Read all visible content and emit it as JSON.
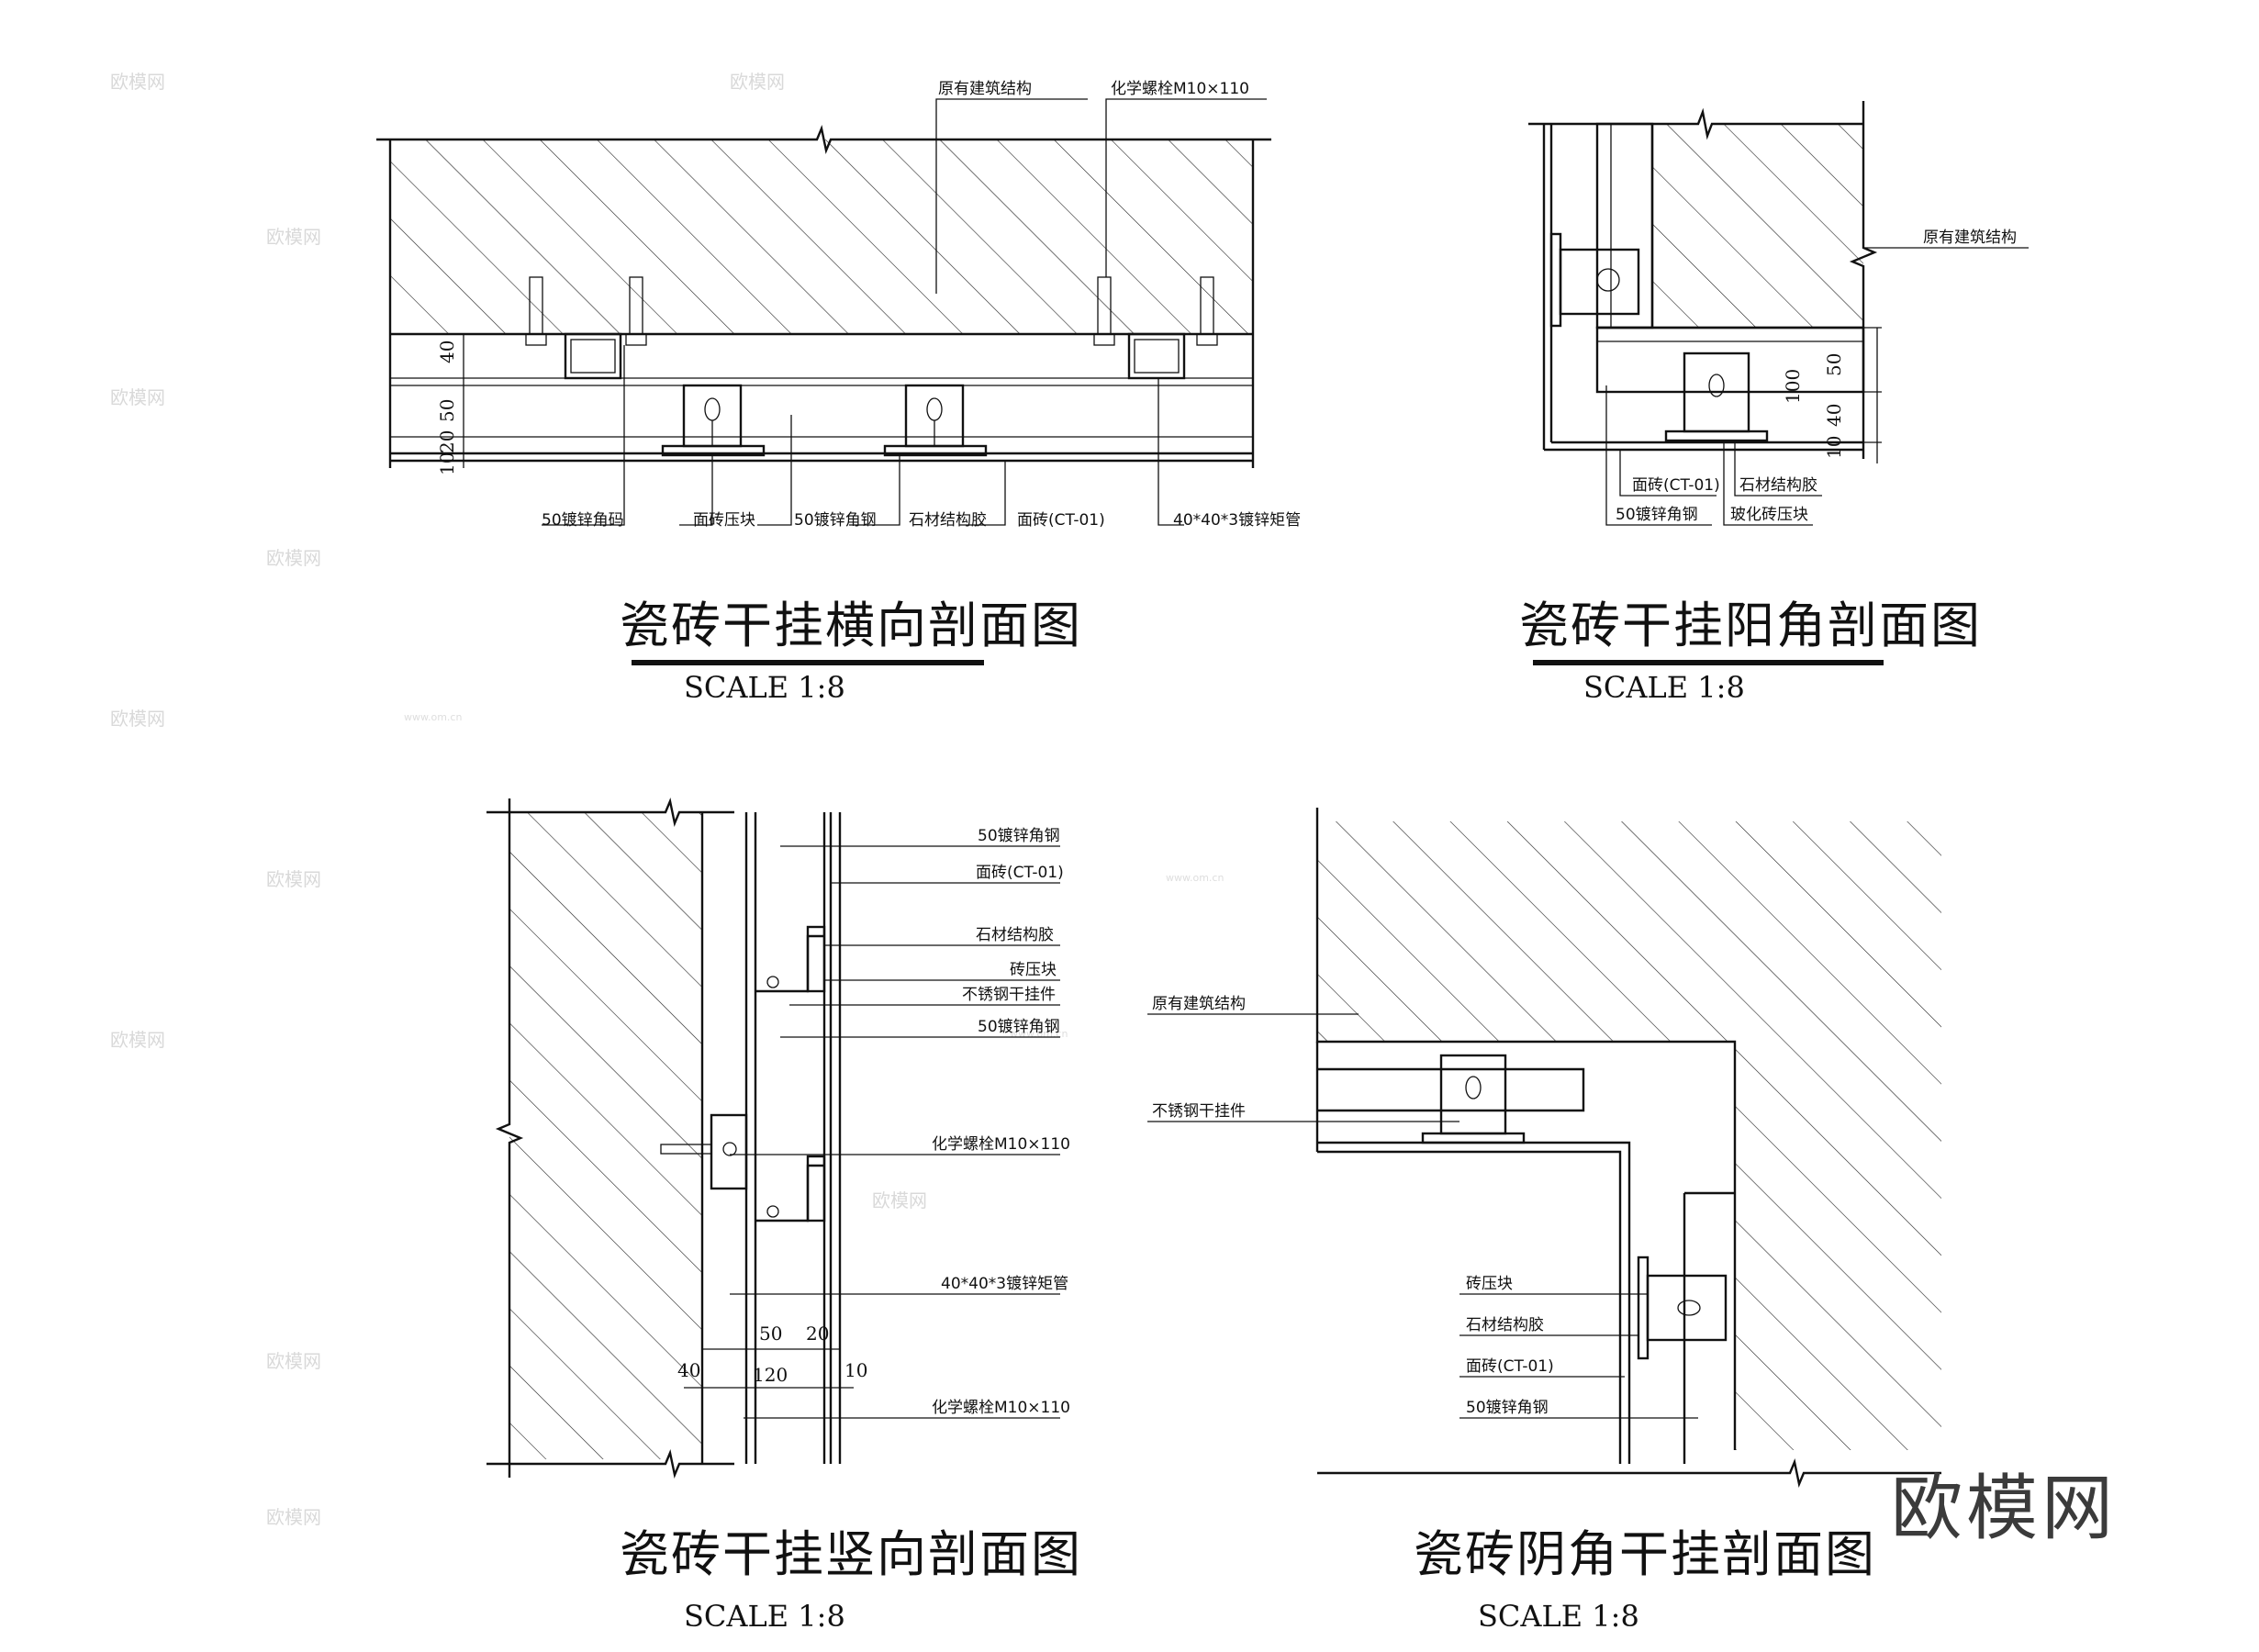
{
  "watermark": {
    "text": "欧模网",
    "url": "www.om.cn"
  },
  "brand": "欧模网",
  "drawings": {
    "horizontal": {
      "title": "瓷砖干挂横向剖面图",
      "scale": "SCALE 1:8",
      "labels": {
        "structure": "原有建筑结构",
        "bolt": "化学螺栓M10×110",
        "angle_code": "50镀锌角码",
        "tile_clamp": "面砖压块",
        "angle_steel": "50镀锌角钢",
        "glue": "石材结构胶",
        "tile": "面砖(CT-01)",
        "tube": "40*40*3镀锌矩管"
      },
      "dims": [
        "40",
        "50",
        "20",
        "10"
      ]
    },
    "outer_corner": {
      "title": "瓷砖干挂阳角剖面图",
      "scale": "SCALE 1:8",
      "labels": {
        "structure": "原有建筑结构",
        "tile": "面砖(CT-01)",
        "glue": "石材结构胶",
        "angle_steel": "50镀锌角钢",
        "clamp": "玻化砖压块"
      },
      "dims": [
        "50",
        "100",
        "40",
        "10"
      ]
    },
    "vertical": {
      "title": "瓷砖干挂竖向剖面图",
      "scale": "SCALE 1:8",
      "labels": {
        "angle_steel_1": "50镀锌角钢",
        "tile": "面砖(CT-01)",
        "glue": "石材结构胶",
        "clamp": "砖压块",
        "hanger": "不锈钢干挂件",
        "angle_steel_2": "50镀锌角钢",
        "bolt_1": "化学螺栓M10×110",
        "tube": "40*40*3镀锌矩管",
        "bolt_2": "化学螺栓M10×110"
      },
      "dims": [
        "50",
        "20",
        "40",
        "120",
        "10"
      ]
    },
    "inner_corner": {
      "title": "瓷砖阴角干挂剖面图",
      "scale": "SCALE 1:8",
      "labels": {
        "structure": "原有建筑结构",
        "hanger": "不锈钢干挂件",
        "clamp": "砖压块",
        "glue": "石材结构胶",
        "tile": "面砖(CT-01)",
        "angle_steel": "50镀锌角钢"
      }
    }
  }
}
